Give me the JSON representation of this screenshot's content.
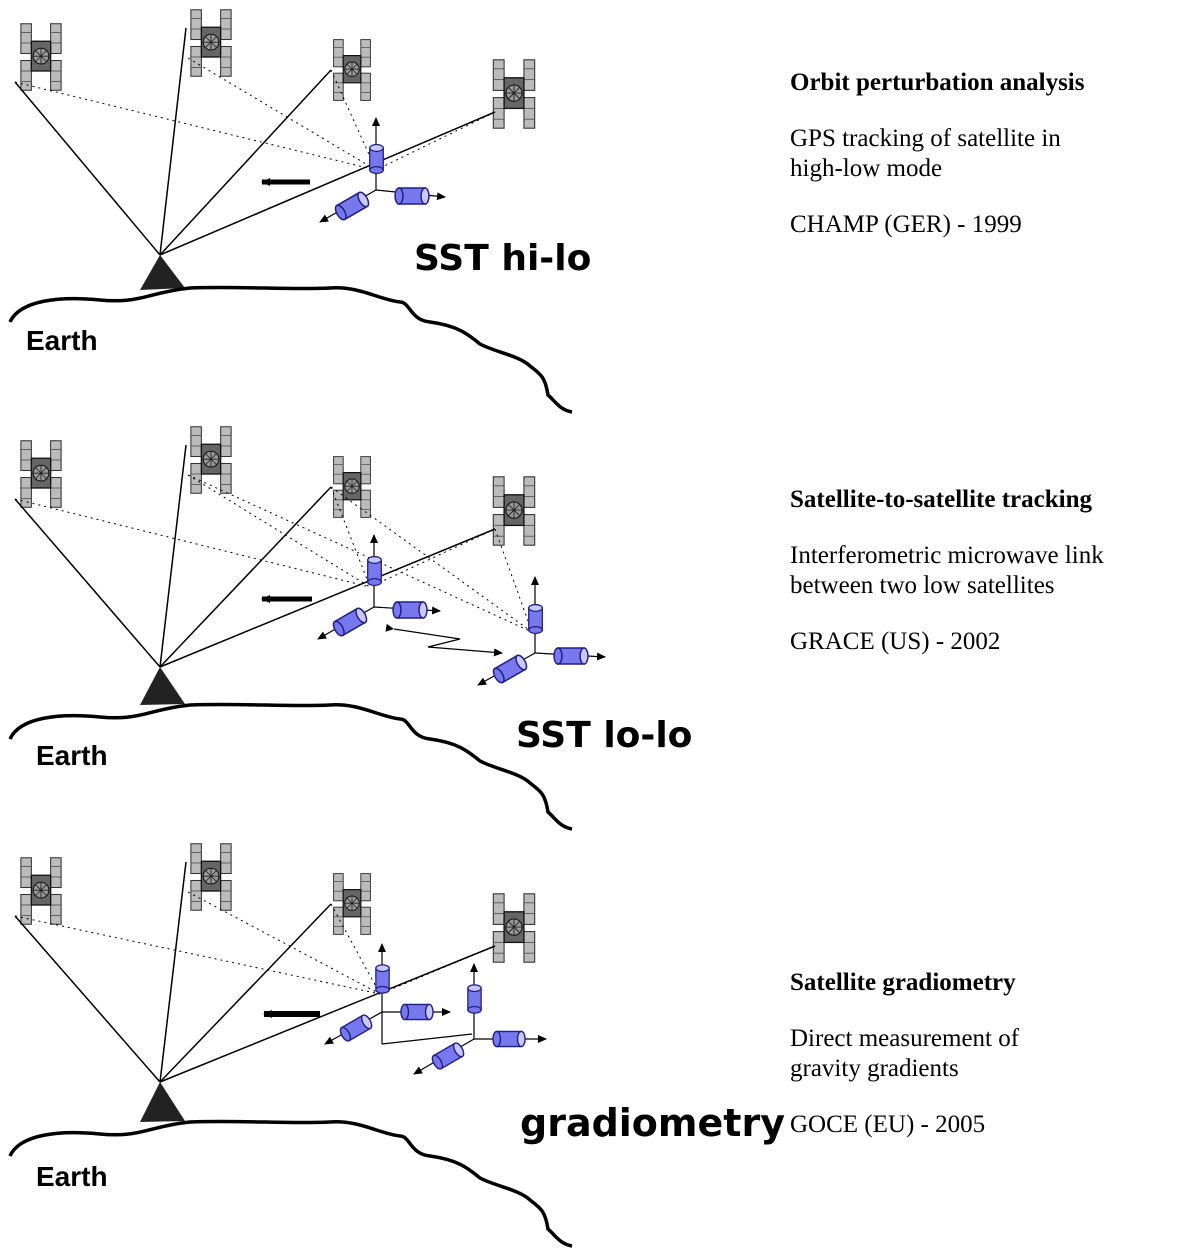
{
  "panels": [
    {
      "mode_label": "SST hi-lo",
      "earth_label": "Earth",
      "heading": "Orbit perturbation analysis",
      "description": "GPS tracking of satellite in\nhigh-low mode",
      "mission": "CHAMP (GER) - 1999"
    },
    {
      "mode_label": "SST lo-lo",
      "earth_label": "Earth",
      "heading": "Satellite-to-satellite tracking",
      "description": "Interferometric microwave link\nbetween two low satellites",
      "mission": "GRACE (US) - 2002"
    },
    {
      "mode_label": "gradiometry",
      "earth_label": "Earth",
      "heading": "Satellite gradiometry",
      "description": "Direct measurement of\ngravity gradients",
      "mission": "GOCE (EU) - 2005"
    }
  ],
  "colors": {
    "accelerometer_fill": "#7777ee",
    "accelerometer_stroke": "#202080",
    "ground_station": "#222222",
    "satellite_body": "#aaaaaa"
  },
  "icons": [
    "satellite-icon",
    "ground-station-icon",
    "accelerometer-icon",
    "motion-arrow-icon"
  ]
}
